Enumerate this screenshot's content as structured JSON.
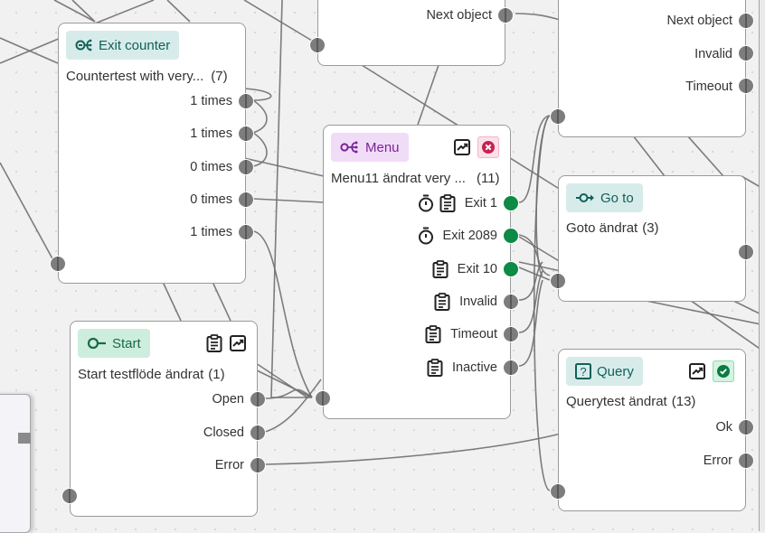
{
  "canvas": {
    "nodes": {
      "top_mid": {
        "ports_out": [
          {
            "label": "Next object"
          }
        ]
      },
      "top_right": {
        "ports_out": [
          {
            "label": "Next object"
          },
          {
            "label": "Invalid"
          },
          {
            "label": "Timeout"
          }
        ]
      },
      "exit_counter": {
        "type_label": "Exit counter",
        "type_icon": "exit-counter-icon",
        "name": "Countertest with very...",
        "count": "(7)",
        "ports_out": [
          {
            "label": "1 times"
          },
          {
            "label": "1 times"
          },
          {
            "label": "0 times"
          },
          {
            "label": "0 times"
          },
          {
            "label": "1 times"
          }
        ]
      },
      "menu": {
        "type_label": "Menu",
        "type_icon": "menu-branch-icon",
        "name": "Menu11 ändrat very ...",
        "count": "(11)",
        "status": "error",
        "ports_out": [
          {
            "label": "Exit 1",
            "icons": [
              "timer-icon",
              "clipboard-icon"
            ],
            "active": true
          },
          {
            "label": "Exit 2089",
            "icons": [
              "timer-icon"
            ],
            "active": true
          },
          {
            "label": "Exit 10",
            "icons": [
              "clipboard-icon"
            ],
            "active": true
          },
          {
            "label": "Invalid",
            "icons": [
              "clipboard-icon"
            ],
            "active": false
          },
          {
            "label": "Timeout",
            "icons": [
              "clipboard-icon"
            ],
            "active": false
          },
          {
            "label": "Inactive",
            "icons": [
              "clipboard-icon"
            ],
            "active": false
          }
        ]
      },
      "start": {
        "type_label": "Start",
        "type_icon": "start-icon",
        "name": "Start testflöde ändrat",
        "count": "(1)",
        "ports_out": [
          {
            "label": "Open"
          },
          {
            "label": "Closed"
          },
          {
            "label": "Error"
          }
        ]
      },
      "goto": {
        "type_label": "Go to",
        "type_icon": "goto-icon",
        "name": "Goto ändrat",
        "count": "(3)"
      },
      "query": {
        "type_label": "Query",
        "type_icon": "query-icon",
        "name": "Querytest ändrat",
        "count": "(13)",
        "status": "ok",
        "ports_out": [
          {
            "label": "Ok"
          },
          {
            "label": "Error"
          }
        ]
      }
    },
    "colors": {
      "active_port": "#0d8a45",
      "inactive_port": "#7d7d7d",
      "teal_badge": "#d7ecea",
      "green_badge": "#cdeedd",
      "purple_badge": "#f1dcf8",
      "error_status": "#c8204f",
      "ok_status": "#0d7a44"
    }
  }
}
